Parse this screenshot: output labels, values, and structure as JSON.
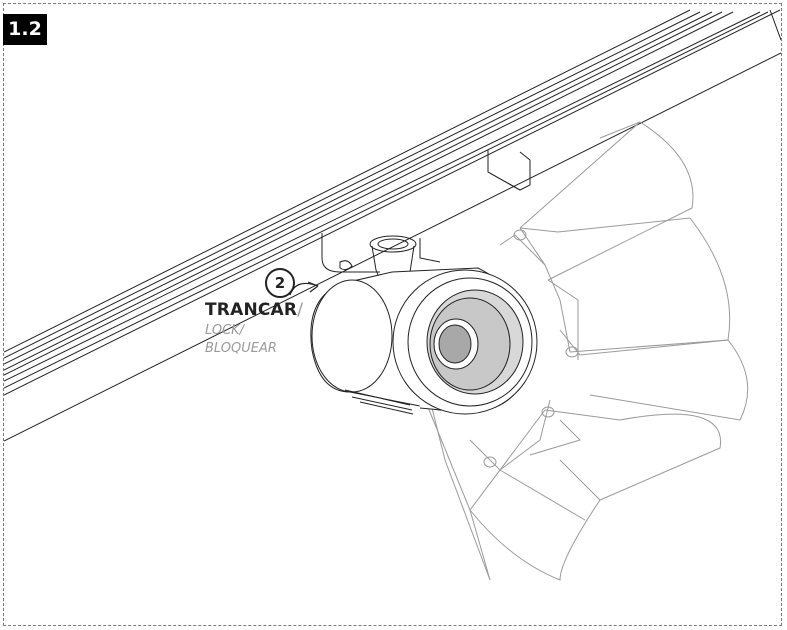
{
  "step": {
    "badge": "1.2",
    "number": "2"
  },
  "labels": {
    "primary": "TRANCAR",
    "primary_suffix": "/",
    "secondary": "LOCK/",
    "tertiary": "BLOQUEAR"
  }
}
